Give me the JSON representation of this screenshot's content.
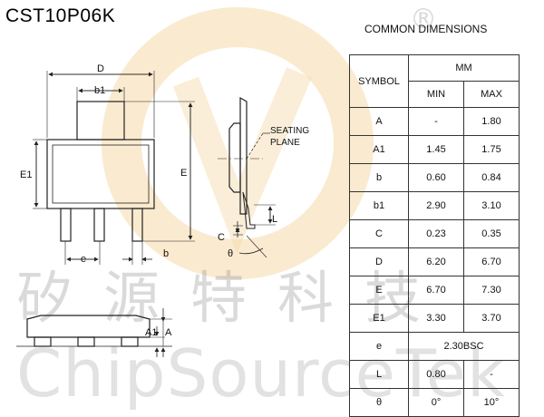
{
  "part_number": "CST10P06K",
  "table_heading": "COMMON DIMENSIONS",
  "table": {
    "symbol_header": "SYMBOL",
    "unit_header": "MM",
    "min_header": "MIN",
    "max_header": "MAX",
    "rows": [
      {
        "symbol": "A",
        "min": "-",
        "max": "1.80"
      },
      {
        "symbol": "A1",
        "min": "1.45",
        "max": "1.75"
      },
      {
        "symbol": "b",
        "min": "0.60",
        "max": "0.84"
      },
      {
        "symbol": "b1",
        "min": "2.90",
        "max": "3.10"
      },
      {
        "symbol": "C",
        "min": "0.23",
        "max": "0.35"
      },
      {
        "symbol": "D",
        "min": "6.20",
        "max": "6.70"
      },
      {
        "symbol": "E",
        "min": "6.70",
        "max": "7.30"
      },
      {
        "symbol": "E1",
        "min": "3.30",
        "max": "3.70"
      },
      {
        "symbol": "e",
        "span": "2.30BSC"
      },
      {
        "symbol": "L",
        "min": "0.80",
        "max": "-"
      },
      {
        "symbol": "θ",
        "min": "0°",
        "max": "10°"
      }
    ]
  },
  "drawing_labels": {
    "D": "D",
    "b1": "b1",
    "E1": "E1",
    "E": "E",
    "e": "e",
    "b": "b",
    "seating_line1": "SEATING",
    "seating_line2": "PLANE",
    "L": "L",
    "C": "C",
    "theta": "θ",
    "A1": "A1",
    "A": "A"
  },
  "watermark": {
    "chinese": "矽源特科技",
    "english": "ChipSourceTek",
    "registered": "®"
  }
}
